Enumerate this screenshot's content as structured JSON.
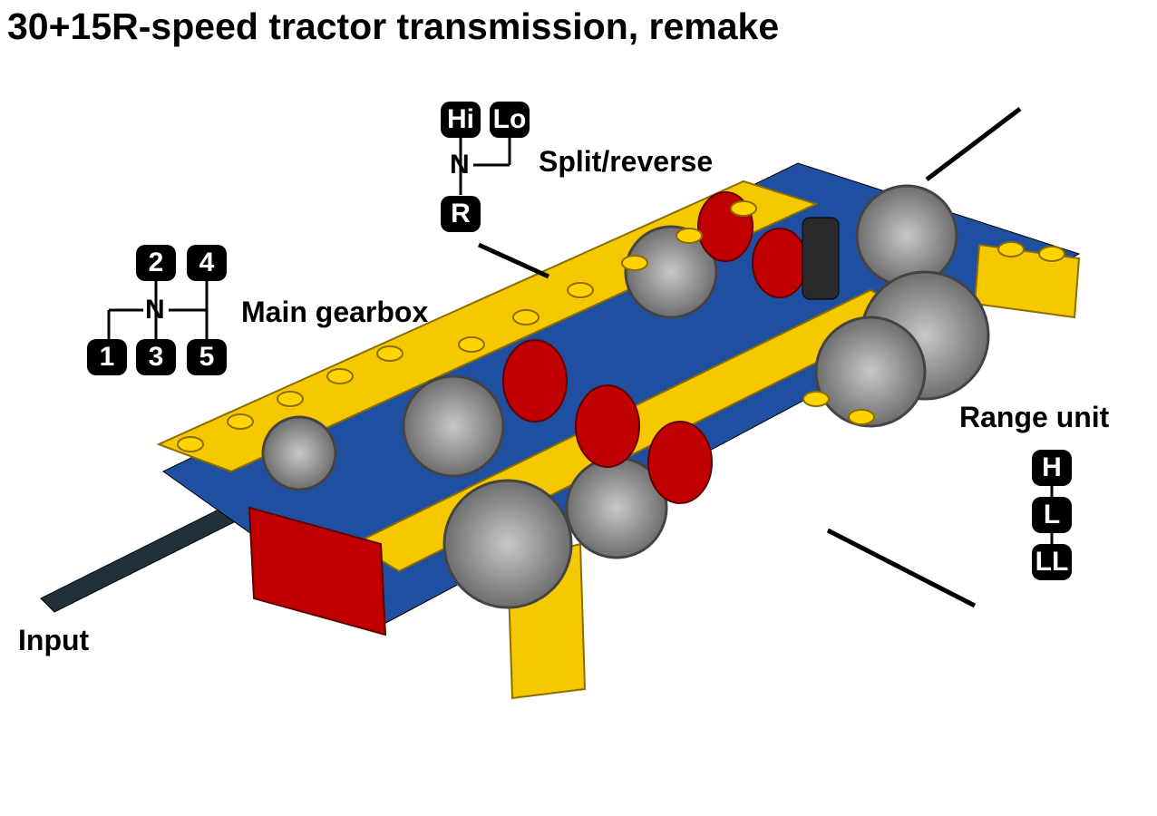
{
  "title": "30+15R-speed tractor transmission, remake",
  "labels": {
    "split": "Split/reverse",
    "main": "Main gearbox",
    "range": "Range unit",
    "input": "Input"
  },
  "split_gate": {
    "top_left": "Hi",
    "top_right": "Lo",
    "neutral": "N",
    "bottom": "R"
  },
  "main_gate": {
    "top_1": "2",
    "top_2": "4",
    "neutral": "N",
    "bottom_1": "1",
    "bottom_2": "3",
    "bottom_3": "5"
  },
  "range_gate": {
    "high": "H",
    "low": "L",
    "lowlow": "LL"
  },
  "colors": {
    "yellow": "#f5c800",
    "red": "#c00000",
    "gray": "#8c8c8c",
    "dark": "#1e2830",
    "blue": "#1f4fa0"
  }
}
